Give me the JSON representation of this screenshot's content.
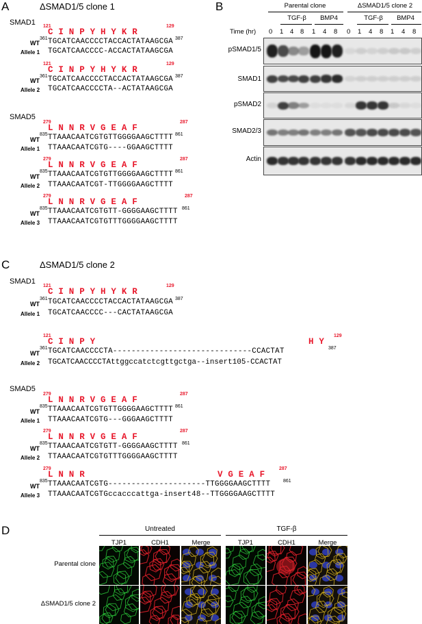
{
  "panelA": {
    "label": "A",
    "title": "ΔSMAD1/5 clone 1",
    "smad1": {
      "gene": "SMAD1",
      "aa_start": "121",
      "aa_end": "129",
      "residues": "C  I  N  P  Y  H  Y  K  R",
      "wt_label": "WT",
      "wt_start": "361",
      "wt_end": "387",
      "wt_seq": "TGCATCAACCCCTACCACTATAAGCGA",
      "allele1_label": "Allele 1",
      "allele1_seq": "TGCATCAACCCC-ACCACTATAAGCGA",
      "allele2_label": "Allele 2",
      "allele2_seq": "TGCATCAACCCCTA--ACTATAAGCGA"
    },
    "smad5": {
      "gene": "SMAD5",
      "aa_start": "279",
      "aa_end": "287",
      "r1": "L  N  N  R  V  G  E  A  F",
      "r2": "L  N  N  R  V  G  E  A  F",
      "r3": "L  N  N  R  V   G  E  A  F",
      "wt_label": "WT",
      "wt_start": "835",
      "wt_end": "861",
      "wt_seq": "TTAAACAATCGTGTTGGGGAAGCTTTT",
      "wt_seq3": "TTAAACAATCGTGTT-GGGGAAGCTTTT",
      "allele1_label": "Allele 1",
      "allele1_seq": "TTAAACAATCGTG----GGAAGCTTTT",
      "allele2_label": "Allele 2",
      "allele2_seq": "TTAAACAATCGT-TTGGGGAAGCTTTT",
      "allele3_label": "Allele 3",
      "allele3_seq": "TTAAACAATCGTGTTTGGGGAAGCTTTT"
    }
  },
  "panelB": {
    "label": "B",
    "parental": "Parental clone",
    "clone2": "ΔSMAD1/5 clone 2",
    "tgfb": "TGF-β",
    "bmp4": "BMP4",
    "time_label": "Time (hr)",
    "times": [
      "0",
      "1",
      "4",
      "8",
      "1",
      "4",
      "8",
      "0",
      "1",
      "4",
      "8",
      "1",
      "4",
      "8"
    ],
    "blots": [
      "pSMAD1/5",
      "SMAD1",
      "pSMAD2",
      "SMAD2/3",
      "Actin"
    ]
  },
  "panelC": {
    "label": "C",
    "title": "ΔSMAD1/5 clone 2",
    "smad1": {
      "gene": "SMAD1",
      "aa_start": "121",
      "aa_end": "129",
      "residues": "C  I  N  P  Y  H  Y  K  R",
      "residues2": "C  I  N  P  Y",
      "residues2_end": "H  Y",
      "wt_label": "WT",
      "wt_start": "361",
      "wt_end": "387",
      "wt_seq": "TGCATCAACCCCTACCACTATAAGCGA",
      "wt_seq2": "TGCATCAACCCCTA------------------------------CCACTAT",
      "allele1_label": "Allele 1",
      "allele1_seq": "TGCATCAACCCC---CACTATAAGCGA",
      "allele2_label": "Allele 2",
      "allele2_seq": "TGCATCAACCCCTAttggccatctcgttgctga--insert105-CCACTAT"
    },
    "smad5": {
      "gene": "SMAD5",
      "aa_start": "279",
      "aa_end": "287",
      "r1": "L  N  N  R  V  G  E  A  F",
      "r2": "L  N  N  R  V  G  E  A  F",
      "r3a": "L  N  N  R",
      "r3b": "V  G  E  A  F",
      "wt_label": "WT",
      "wt_start": "835",
      "wt_end": "861",
      "wt_seq": "TTAAACAATCGTGTTGGGGAAGCTTTT",
      "wt_seq2": "TTAAACAATCGTGTT-GGGGAAGCTTTT",
      "wt_seq3": "TTAAACAATCGTG---------------------TTGGGGAAGCTTTT",
      "allele1_label": "Allele 1",
      "allele1_seq": "TTAAACAATCGTG---GGGAAGCTTTT",
      "allele2_label": "Allele 2",
      "allele2_seq": "TTAAACAATCGTGTTTGGGGAAGCTTTT",
      "allele3_label": "Allele 3",
      "allele3_seq": "TTAAACAATCGTGccacccattga-insert48--TTGGGGAAGCTTTT"
    }
  },
  "panelD": {
    "label": "D",
    "untreated": "Untreated",
    "tgfb": "TGF-β",
    "cols": [
      "TJP1",
      "CDH1",
      "Merge",
      "TJP1",
      "CDH1",
      "Merge"
    ],
    "rows": [
      "Parental clone",
      "ΔSMAD1/5 clone 2"
    ]
  },
  "colors": {
    "residue_red": "#e8192c",
    "tjp1_green": "#2cc83a",
    "cdh1_red": "#e0202a",
    "dapi_blue": "#3040c0"
  }
}
